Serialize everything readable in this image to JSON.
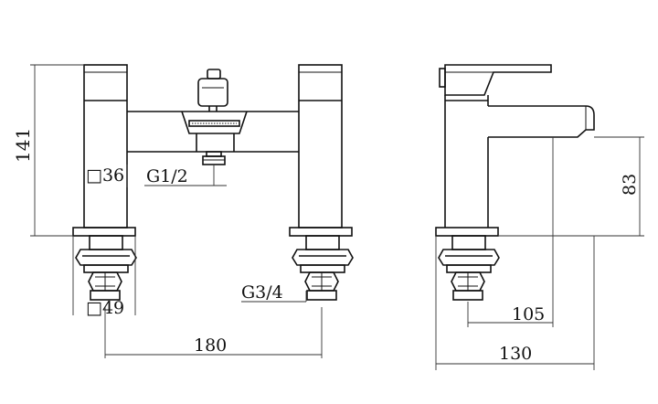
{
  "labels": {
    "height_total": "141",
    "body_square": "□36",
    "inlet_thread_handshower": "G1/2",
    "base_square": "□49",
    "connection_thread": "G3/4",
    "centres": "180",
    "spout_height": "83",
    "spout_reach": "105",
    "total_depth": "130"
  }
}
